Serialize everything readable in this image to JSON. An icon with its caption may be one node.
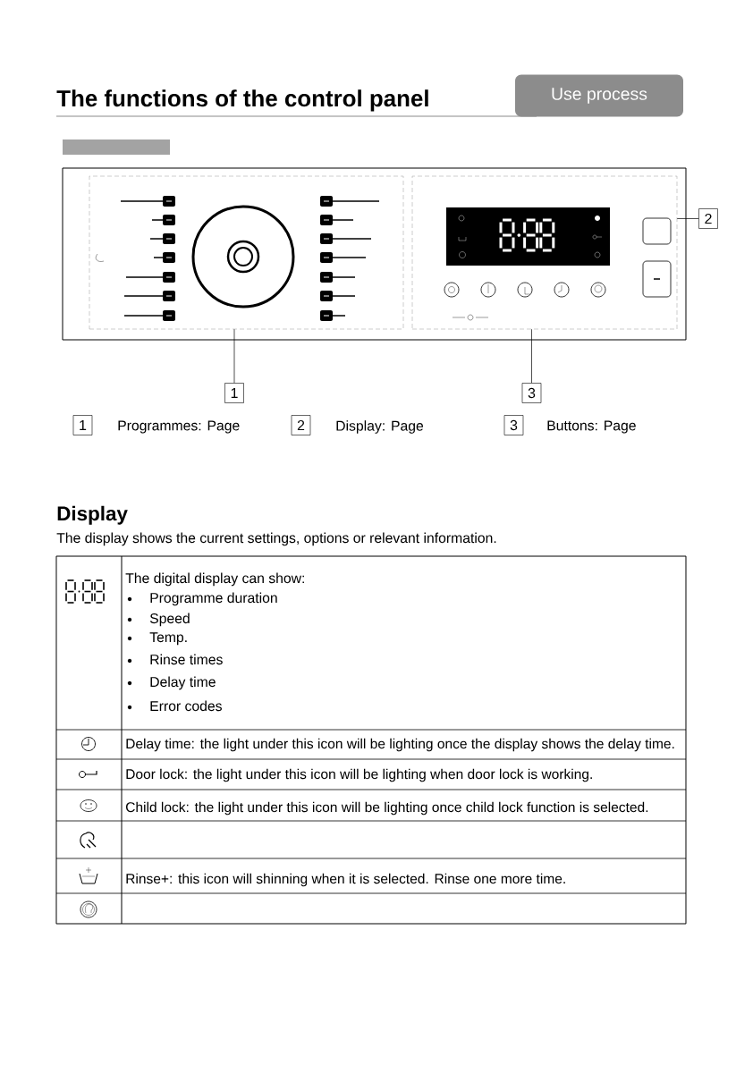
{
  "diagram": {
    "title": "The functions of the control panel",
    "nodes": [
      {
        "text": [
          "Use process"
        ]
      },
      {
        "text": [],
        "shape": "bar"
      },
      {
        "text": [],
        "shape": "box"
      },
      {
        "text": [],
        "shape": "box",
        "in": 2
      },
      {
        "text": [],
        "shape": "box",
        "in": 2
      },
      {
        "text": [
          "1"
        ]
      },
      {
        "text": [
          "2"
        ]
      },
      {
        "text": [
          "3"
        ]
      },
      {
        "text": [
          "1"
        ],
        "beside": [
          "Programmes: Page"
        ]
      },
      {
        "text": [
          "2"
        ],
        "beside": [
          "Display: Page"
        ]
      },
      {
        "text": [
          "3"
        ],
        "beside": [
          "Buttons: Page"
        ]
      }
    ],
    "edges": [
      {
        "from": 5,
        "to": 3,
        "arrow": "none"
      },
      {
        "from": 6,
        "to": 4,
        "arrow": "none"
      },
      {
        "from": 7,
        "to": 4,
        "arrow": "none"
      }
    ],
    "labels": [
      "Display",
      "The display shows the current settings, options or relevant information.",
      "The digital display can show:",
      "Programme duration",
      "Speed",
      "Temp.",
      "Rinse times",
      "Delay time",
      "Error codes",
      "Delay time: the light under this icon will be lighting once the display shows the delay time.",
      "Door lock: the light under this icon will be lighting when door lock is working.",
      "Child lock: the light under this icon will be lighting once child lock function is selected.",
      "Rinse+:  this icon will shinning when it is selected. Rinse one more time."
    ]
  }
}
